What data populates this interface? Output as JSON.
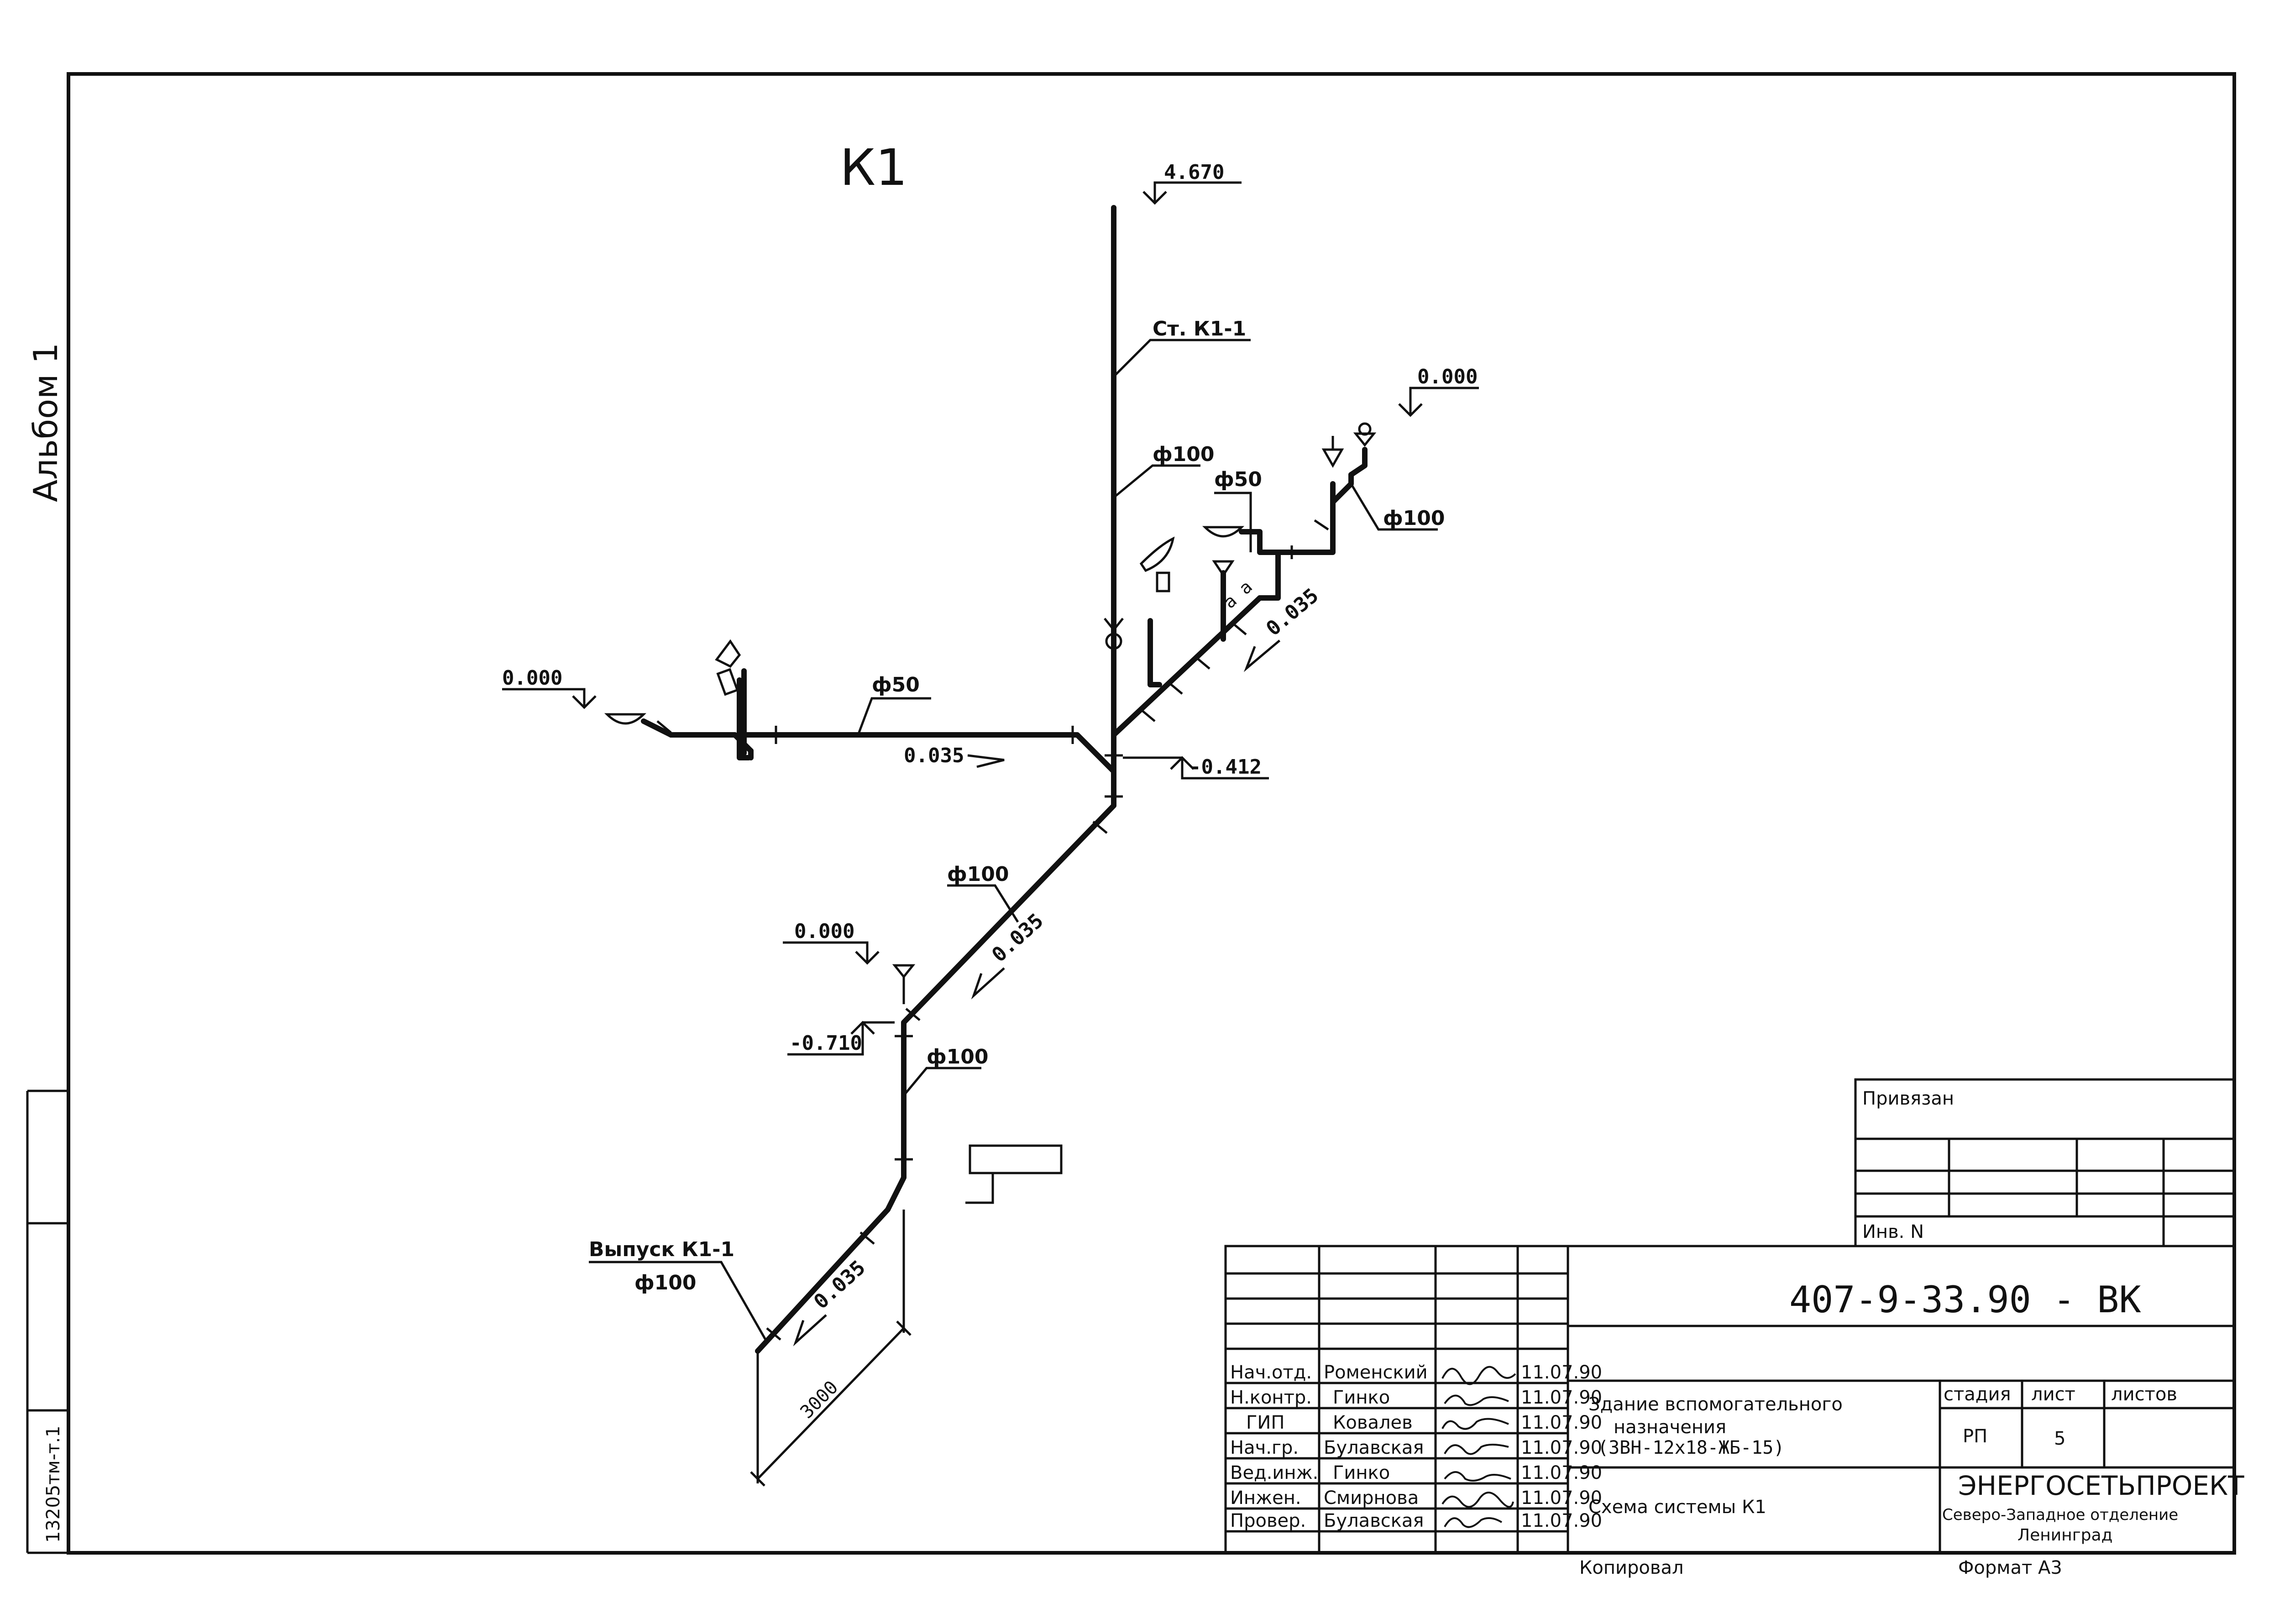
{
  "drawing": {
    "title": "К1",
    "side_label": "Альбом 1"
  },
  "labels": {
    "elev_top": "4.670",
    "riser": "Ст. К1-1",
    "d100_riser": "ф100",
    "elev_0000_right": "0.000",
    "d50_right": "ф50",
    "d100_right": "ф100",
    "slope_right": "0.035",
    "elev_0000_left": "0.000",
    "d50_left": "ф50",
    "slope_left": "0.035",
    "elev_0412": "-0.412",
    "d100_diag": "ф100",
    "slope_diag": "0.035",
    "elev_0000_mid": "0.000",
    "elev_0710": "-0.710",
    "d100_vert": "ф100",
    "outlet": "Выпуск К1-1",
    "outlet_d": "ф100",
    "slope_outlet": "0.035",
    "dim_3000": "3000",
    "aa": "а  а"
  },
  "title_block": {
    "privyazan": "Привязан",
    "inv": "Инв. N",
    "code": "407-9-33.90 - ВК",
    "object_title": "Здание вспомогательного",
    "object_title2": "назначения",
    "object_title3": "(3ВН-12х18-ЖБ-15)",
    "sheet_title": "Схема системы К1",
    "stage_header": "стадия",
    "sheet_header": "лист",
    "sheets_header": "листов",
    "stage": "РП",
    "sheet": "5",
    "company": "ЭНЕРГОСЕТЬПРОЕКТ",
    "company2": "Северо-Западное отделение",
    "company3": "Ленинград",
    "copied": "Копировал",
    "format": "Формат А3",
    "staff": [
      {
        "role": "Нач.отд.",
        "name": "Роменский",
        "date": "11.07.90"
      },
      {
        "role": "Н.контр.",
        "name": "Гинко",
        "date": "11.07.90"
      },
      {
        "role": "ГИП",
        "name": "Ковалев",
        "date": "11.07.90"
      },
      {
        "role": "Нач.гр.",
        "name": "Булавская",
        "date": "11.07.90"
      },
      {
        "role": "Вед.инж.",
        "name": "Гинко",
        "date": "11.07.90"
      },
      {
        "role": "Инжен.",
        "name": "Смирнова",
        "date": "11.07.90"
      },
      {
        "role": "Провер.",
        "name": "Булавская",
        "date": "11.07.90"
      }
    ]
  },
  "margin_stamp": {
    "inv_no": "13205тм-т.1"
  }
}
